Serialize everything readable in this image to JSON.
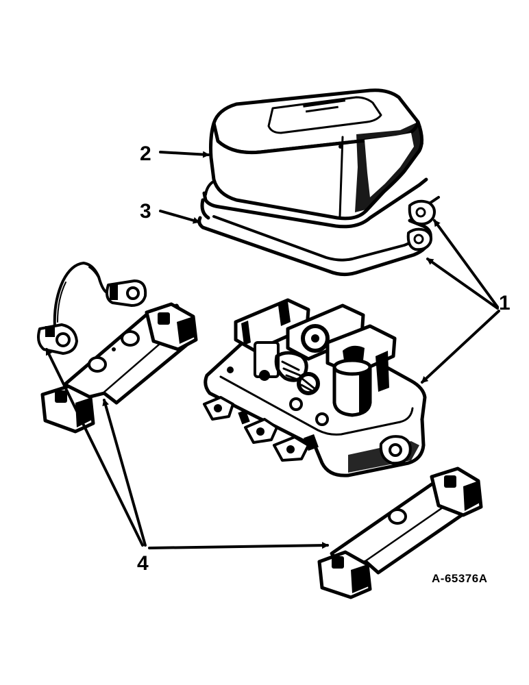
{
  "callouts": {
    "one": "1",
    "two": "2",
    "three": "3",
    "four": "4"
  },
  "figure_id": "A-65376A",
  "parts": {
    "cover": "cover",
    "gasket": "gasket",
    "regulator": "regulator",
    "ground_lead": "ground-lead",
    "mounting_bar_left": "mounting-bar",
    "mounting_bar_right": "mounting-bar"
  }
}
